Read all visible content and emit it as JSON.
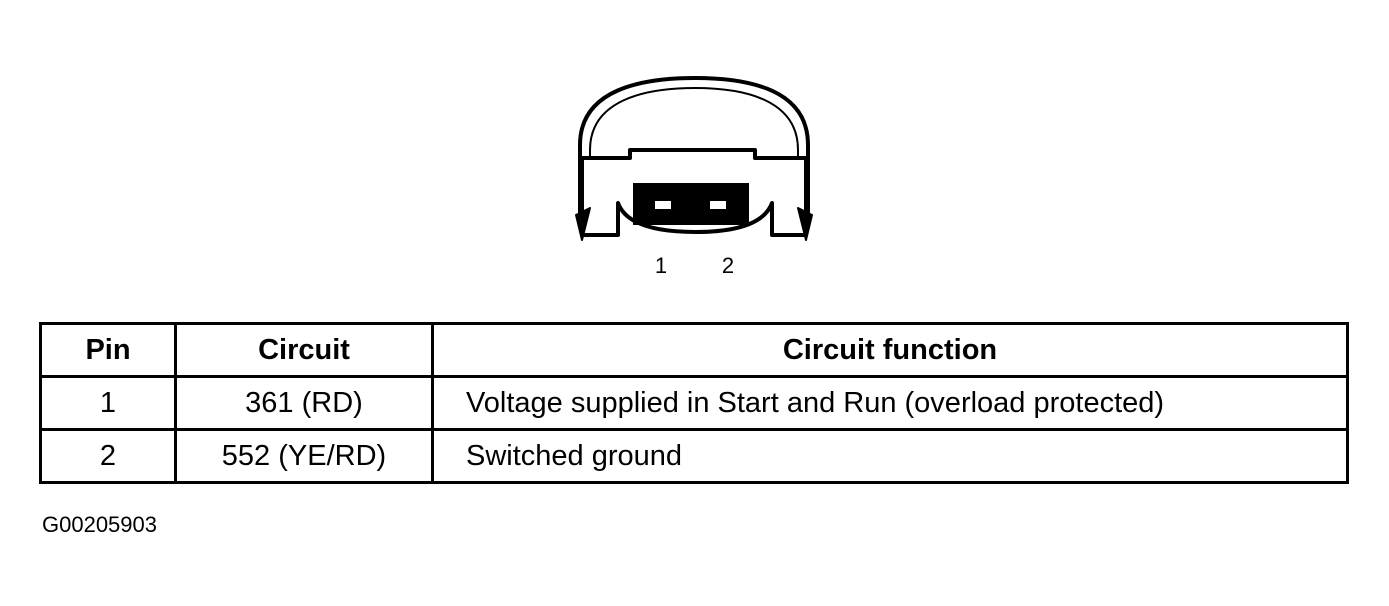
{
  "connector": {
    "pin_labels": [
      "1",
      "2"
    ]
  },
  "table": {
    "headers": {
      "pin": "Pin",
      "circuit": "Circuit",
      "function": "Circuit function"
    },
    "rows": [
      {
        "pin": "1",
        "circuit": "361 (RD)",
        "function": "Voltage supplied in Start and Run (overload protected)"
      },
      {
        "pin": "2",
        "circuit": "552 (YE/RD)",
        "function": "Switched ground"
      }
    ]
  },
  "figure_id": "G00205903"
}
